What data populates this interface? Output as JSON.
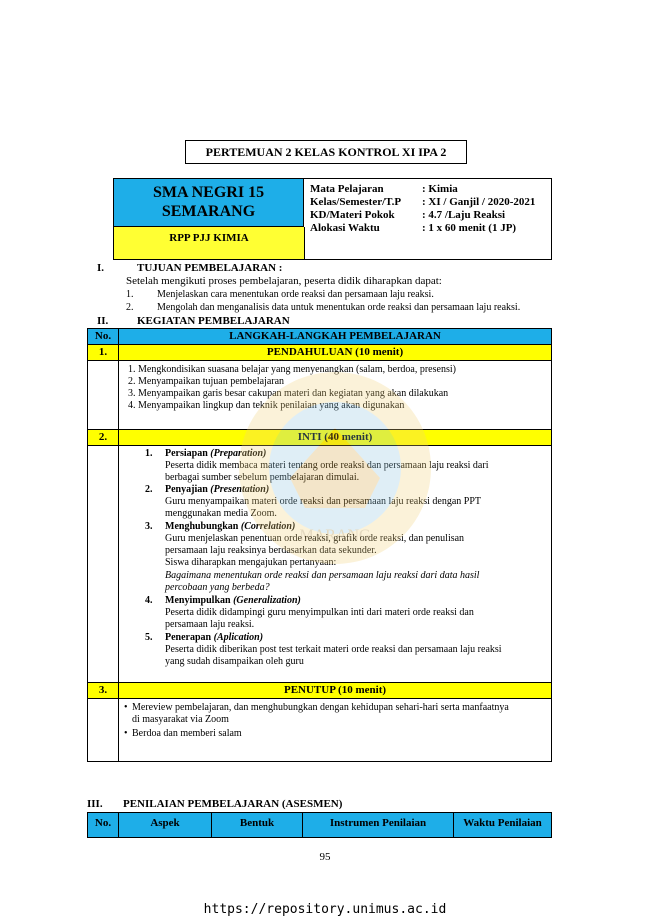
{
  "header_title": "PERTEMUAN 2 KELAS KONTROL XI IPA 2",
  "school": {
    "line1": "SMA NEGRI 15",
    "line2": "SEMARANG",
    "rpp": "RPP PJJ KIMIA"
  },
  "meta": [
    {
      "key": "Mata Pelajaran",
      "value": ":  Kimia"
    },
    {
      "key": "Kelas/Semester/T.P",
      "value": ":  XI / Ganjil / 2020-2021"
    },
    {
      "key": "KD/Materi Pokok",
      "value": ":  4.7 /Laju Reaksi"
    },
    {
      "key": "Alokasi Waktu",
      "value": ":  1 x 60 menit (1 JP)"
    }
  ],
  "section1": {
    "num": "I.",
    "title": "TUJUAN PEMBELAJARAN :",
    "intro": "Setelah mengikuti proses pembelajaran, peserta didik diharapkan dapat:",
    "items": [
      {
        "n": "1.",
        "text": "Menjelaskan cara menentukan orde reaksi dan persamaan laju reaksi."
      },
      {
        "n": "2.",
        "text": "Mengolah dan menganalisis data untuk menentukan orde reaksi dan persamaan laju reaksi."
      }
    ]
  },
  "section2": {
    "num": "II.",
    "title": "KEGIATAN PEMBELAJARAN"
  },
  "table": {
    "head_no": "No.",
    "head_title": "LANGKAH-LANGKAH PEMBELAJARAN",
    "pendahuluan": {
      "num": "1.",
      "title": "PENDAHULUAN (10 menit)",
      "items": [
        "1.  Mengkondisikan suasana belajar yang menyenangkan (salam, berdoa, presensi)",
        "2.  Menyampaikan tujuan pembelajaran",
        "3.  Menyampaikan garis besar cakupan materi dan kegiatan yang akan dilakukan",
        "4.  Menyampaikan lingkup dan teknik penilaian yang akan digunakan"
      ]
    },
    "inti": {
      "num": "2.",
      "title": "INTI (40 menit)",
      "steps": [
        {
          "n": "1.",
          "name": "Persiapan",
          "en": "(Preparation)",
          "lines": [
            "Peserta  didik  membaca  materi  tentang  orde  reaksi  dan  persamaan  laju  reaksi  dari",
            "berbagai sumber sebelum pembelajaran dimulai."
          ]
        },
        {
          "n": "2.",
          "name": "Penyajian",
          "en": "(Presentation)",
          "lines": [
            "Guru menyampaikan materi orde reaksi dan persamaan laju reaksi dengan PPT",
            "menggunakan media Zoom."
          ]
        },
        {
          "n": "3.",
          "name": "Menghubungkan",
          "en": "(Correlation)",
          "lines": [
            "Guru  menjelaskan  penentuan  orde  reaksi,    grafik    orde    reaksi,    dan    penulisan",
            "persamaan  laju reaksinya berdasarkan data sekunder.",
            "Siswa diharapkan mengajukan pertanyaan:"
          ],
          "italic_lines": [
            "Bagaimana  menentukan  orde  reaksi  dan  persamaan  laju  reaksi  dari  data  hasil",
            "percobaan yang berbeda?"
          ]
        },
        {
          "n": "4.",
          "name": "Menyimpulkan",
          "en": "(Generalization)",
          "lines": [
            "Peserta   didik   didampingi   guru   menyimpulkan   inti   dari   materi   orde   reaksi   dan",
            "persamaan laju reaksi."
          ]
        },
        {
          "n": "5.",
          "name": "Penerapan",
          "en": "(Aplication)",
          "lines": [
            "Peserta didik diberikan post test terkait materi orde reaksi dan persamaan laju reaksi",
            "yang sudah disampaikan oleh guru"
          ]
        }
      ]
    },
    "penutup": {
      "num": "3.",
      "title": "PENUTUP (10 menit)",
      "items": [
        "Mereview pembelajaran, dan menghubungkan dengan kehidupan sehari-hari serta manfaatnya",
        "di masyarakat via Zoom",
        "Berdoa dan memberi salam"
      ]
    }
  },
  "section3": {
    "num": "III.",
    "title": "PENILAIAN PEMBELAJARAN (ASESMEN)"
  },
  "assessment_headers": [
    "No.",
    "Aspek",
    "Bentuk",
    "Instrumen Penilaian",
    "Waktu Penilaian"
  ],
  "page_number": "95",
  "footer_url": "https://repository.unimus.ac.id",
  "watermark_text": "MARANG"
}
